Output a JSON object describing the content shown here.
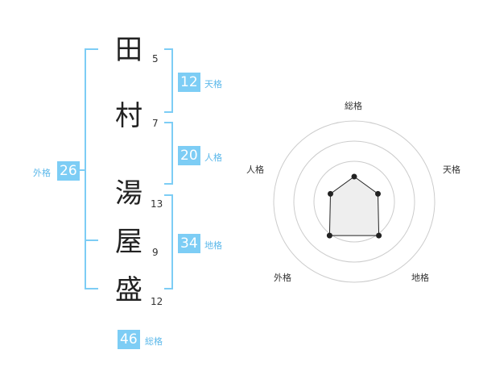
{
  "name_chars": [
    {
      "char": "田",
      "strokes": "5"
    },
    {
      "char": "村",
      "strokes": "7"
    },
    {
      "char": "湯",
      "strokes": "13"
    },
    {
      "char": "屋",
      "strokes": "9"
    },
    {
      "char": "盛",
      "strokes": "12"
    }
  ],
  "kakusu": {
    "tenkaku": {
      "value": "12",
      "label": "天格"
    },
    "jinkaku": {
      "value": "20",
      "label": "人格"
    },
    "chikaku": {
      "value": "34",
      "label": "地格"
    },
    "gaikaku": {
      "value": "26",
      "label": "外格"
    },
    "soukaku": {
      "value": "46",
      "label": "総格"
    }
  },
  "radar": {
    "axes": [
      "総格",
      "天格",
      "地格",
      "外格",
      "人格"
    ],
    "values": [
      0.31,
      0.31,
      0.52,
      0.52,
      0.31
    ],
    "colors": {
      "fill": "#eeeeee",
      "stroke": "#222222",
      "ring": "#cccccc",
      "center": "#dddddd"
    }
  },
  "colors": {
    "accent": "#7dcdf5",
    "accent_text": "#5bb8ea"
  }
}
